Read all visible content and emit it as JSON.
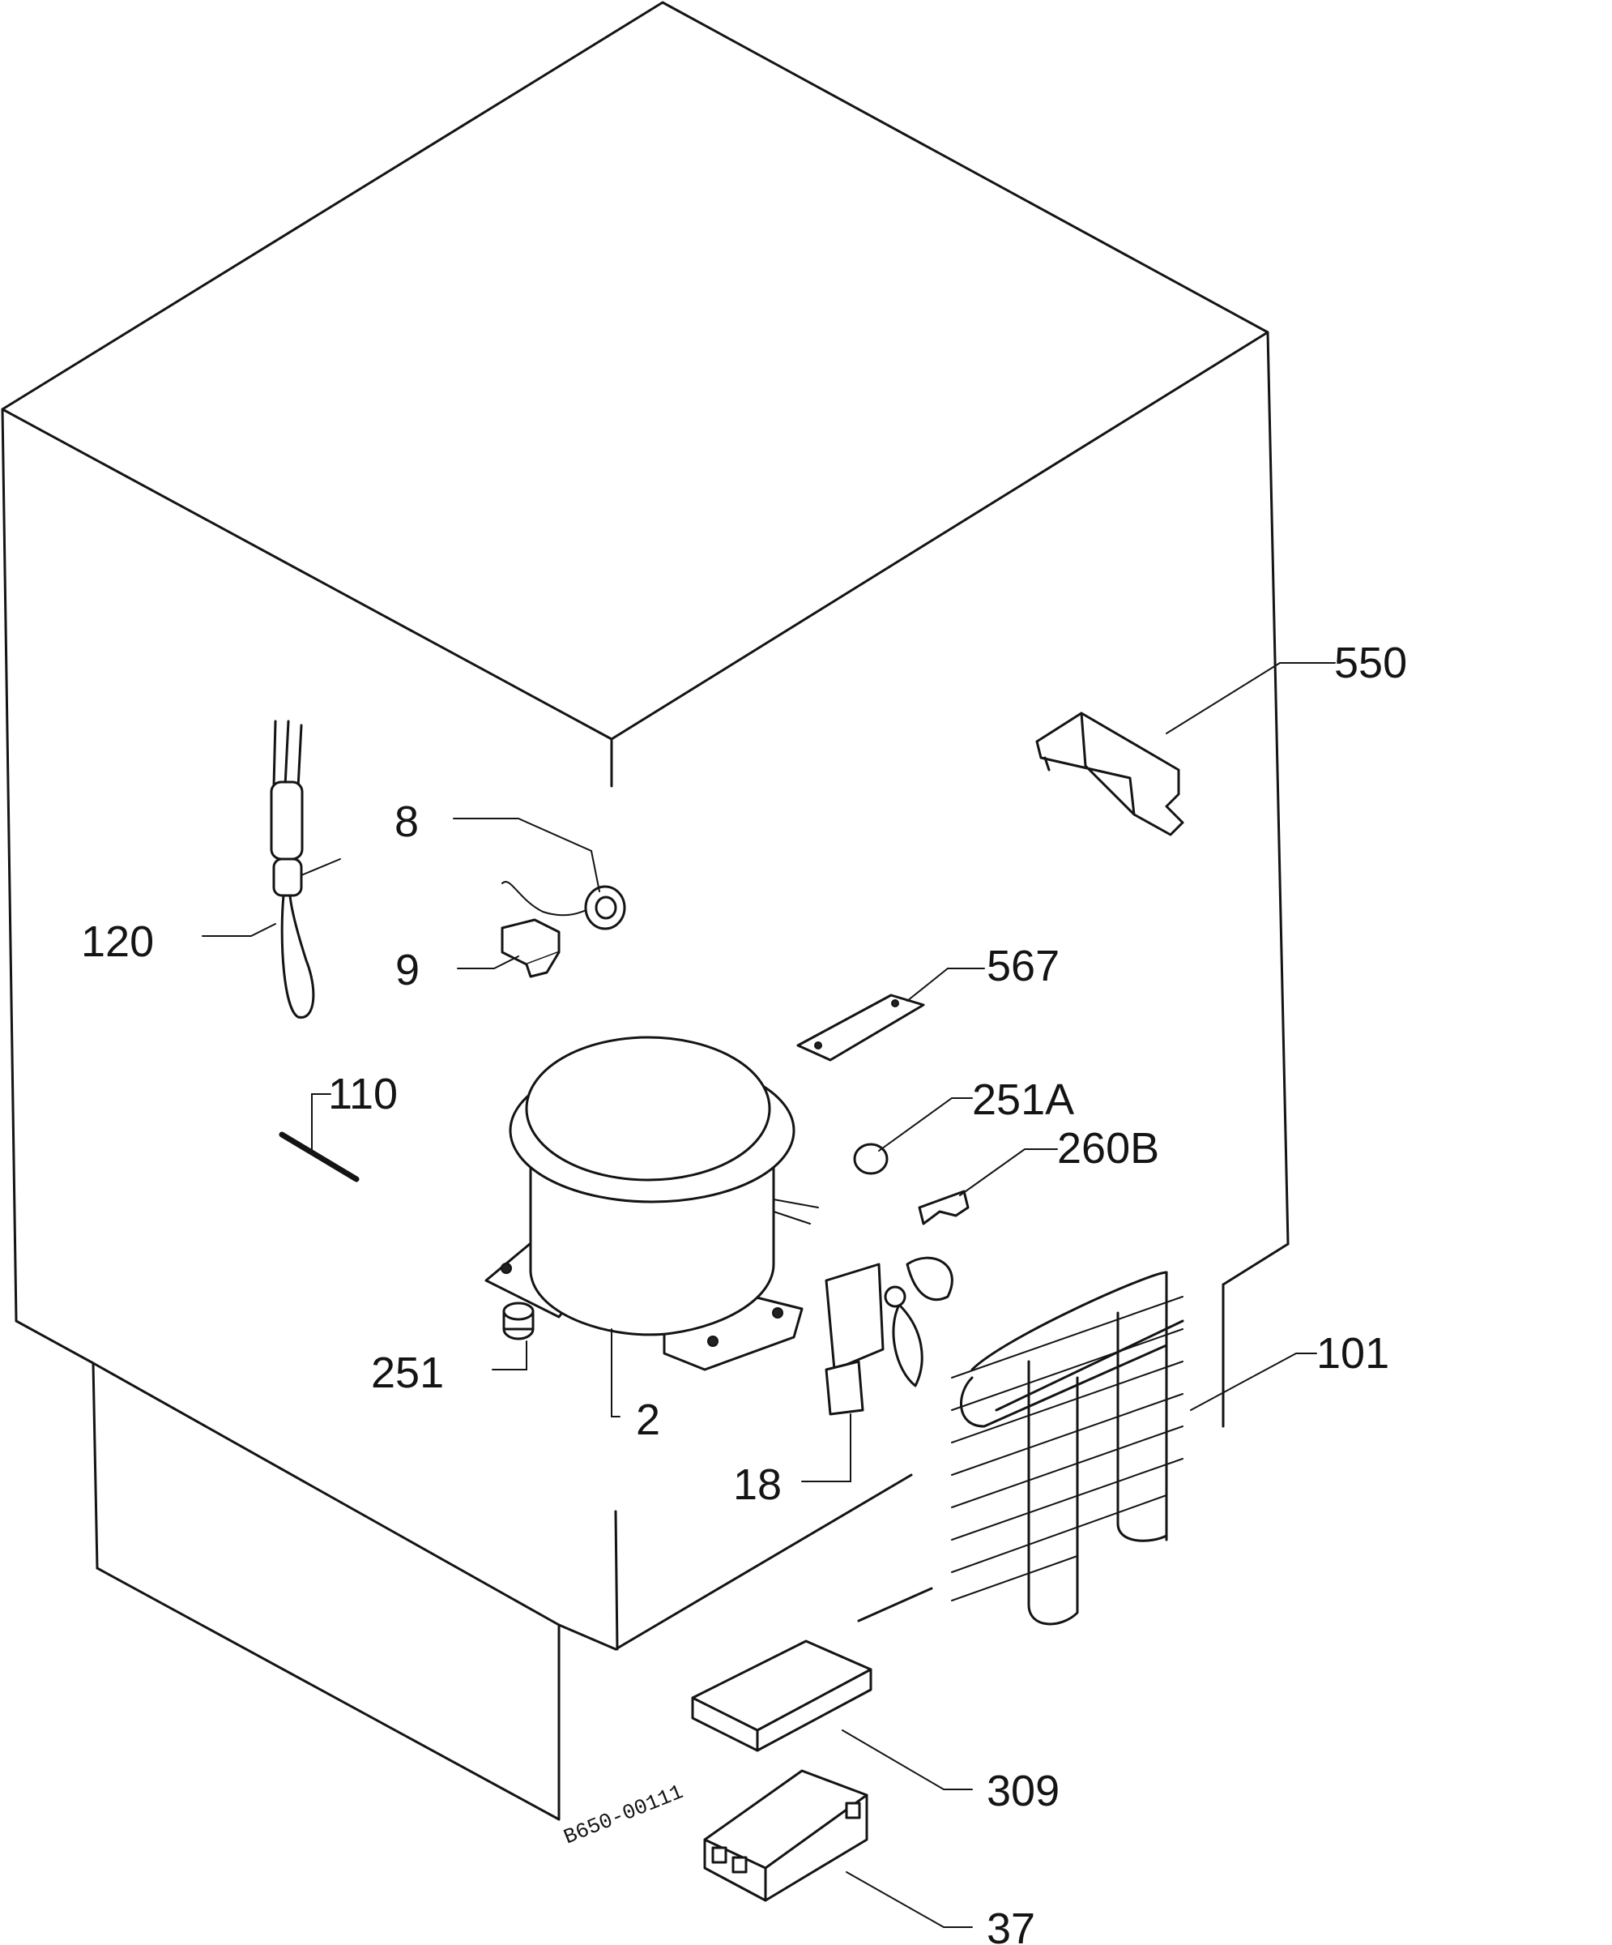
{
  "callouts": {
    "c120": "120",
    "c8": "8",
    "c9": "9",
    "c110": "110",
    "c251": "251",
    "c2": "2",
    "c550": "550",
    "c567": "567",
    "c251a": "251A",
    "c260b": "260B",
    "c18": "18",
    "c101": "101",
    "c309": "309",
    "c37": "37"
  },
  "drawing_code": "B650-00111"
}
